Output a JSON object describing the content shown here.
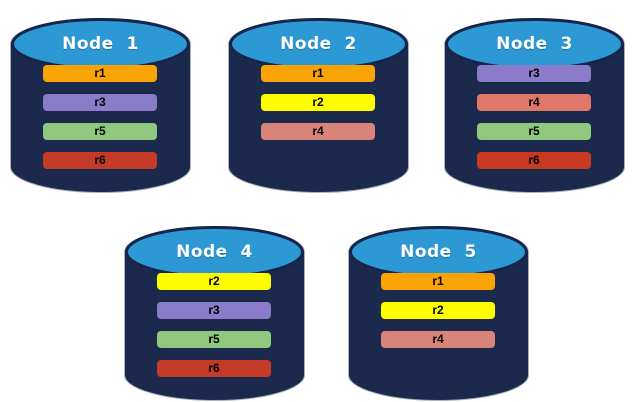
{
  "diagram": {
    "description": "Database nodes with replica assignments",
    "colors": {
      "cylinder_body": "#1B294D",
      "cylinder_top": "#2D99D4",
      "cylinder_top_border": "#16254B",
      "cylinder_outline": "#A9B1BD",
      "node_label_text": "#FFFFFF",
      "replica_label_text": "#000000",
      "replica_r1": "#F9A305",
      "replica_r2": "#FDFD00",
      "replica_r3": "#8B7CC9",
      "replica_r4": "#D98478",
      "replica_r5": "#8FC87E",
      "replica_r6": "#C43B28"
    },
    "nodes": [
      {
        "label": "Node  1",
        "replicas": [
          {
            "label": "r1",
            "color": "#F9A305"
          },
          {
            "label": "r3",
            "color": "#8B7CC9"
          },
          {
            "label": "r5",
            "color": "#8FC87E"
          },
          {
            "label": "r6",
            "color": "#C43B28"
          }
        ]
      },
      {
        "label": "Node  2",
        "replicas": [
          {
            "label": "r1",
            "color": "#F9A305"
          },
          {
            "label": "r2",
            "color": "#FDFD00"
          },
          {
            "label": "r4",
            "color": "#D98478"
          }
        ]
      },
      {
        "label": "Node  3",
        "replicas": [
          {
            "label": "r3",
            "color": "#8B7CC9"
          },
          {
            "label": "r4",
            "color": "#E0786A"
          },
          {
            "label": "r5",
            "color": "#8FC87E"
          },
          {
            "label": "r6",
            "color": "#C93A22"
          }
        ]
      },
      {
        "label": "Node  4",
        "replicas": [
          {
            "label": "r2",
            "color": "#FDFD00"
          },
          {
            "label": "r3",
            "color": "#8B7CC9"
          },
          {
            "label": "r5",
            "color": "#8FC87E"
          },
          {
            "label": "r6",
            "color": "#C43B28"
          }
        ]
      },
      {
        "label": "Node  5",
        "replicas": [
          {
            "label": "r1",
            "color": "#F9A305"
          },
          {
            "label": "r2",
            "color": "#FDFD00"
          },
          {
            "label": "r4",
            "color": "#D98478"
          }
        ]
      }
    ]
  }
}
